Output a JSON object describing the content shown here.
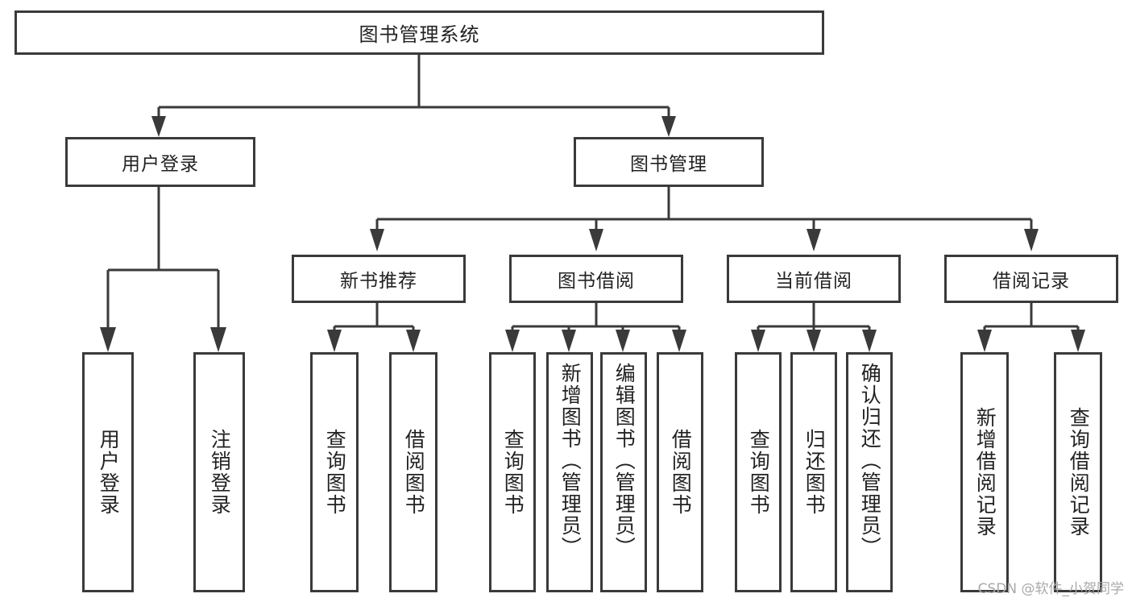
{
  "diagram": {
    "title": "图书管理系统",
    "type": "tree",
    "watermark": "CSDN @软件_小贺同学",
    "colors": {
      "stroke": "#3a3a3a",
      "fill": "#ffffff",
      "text": "#222222",
      "watermark": "#a9a9a9"
    },
    "root": {
      "label": "图书管理系统"
    },
    "level1": [
      {
        "label": "用户登录"
      },
      {
        "label": "图书管理"
      }
    ],
    "level2": [
      {
        "label": "新书推荐"
      },
      {
        "label": "图书借阅"
      },
      {
        "label": "当前借阅"
      },
      {
        "label": "借阅记录"
      }
    ],
    "leaves": {
      "user_login": [
        {
          "label": "用户登录"
        },
        {
          "label": "注销登录"
        }
      ],
      "new_book_recommend": [
        {
          "label": "查询图书"
        },
        {
          "label": "借阅图书"
        }
      ],
      "book_borrow": [
        {
          "label": "查询图书"
        },
        {
          "label": "新增图书（管理员）"
        },
        {
          "label": "编辑图书（管理员）"
        },
        {
          "label": "借阅图书"
        }
      ],
      "current_borrow": [
        {
          "label": "查询图书"
        },
        {
          "label": "归还图书"
        },
        {
          "label": "确认归还（管理员）"
        }
      ],
      "borrow_record": [
        {
          "label": "新增借阅记录"
        },
        {
          "label": "查询借阅记录"
        }
      ]
    }
  }
}
